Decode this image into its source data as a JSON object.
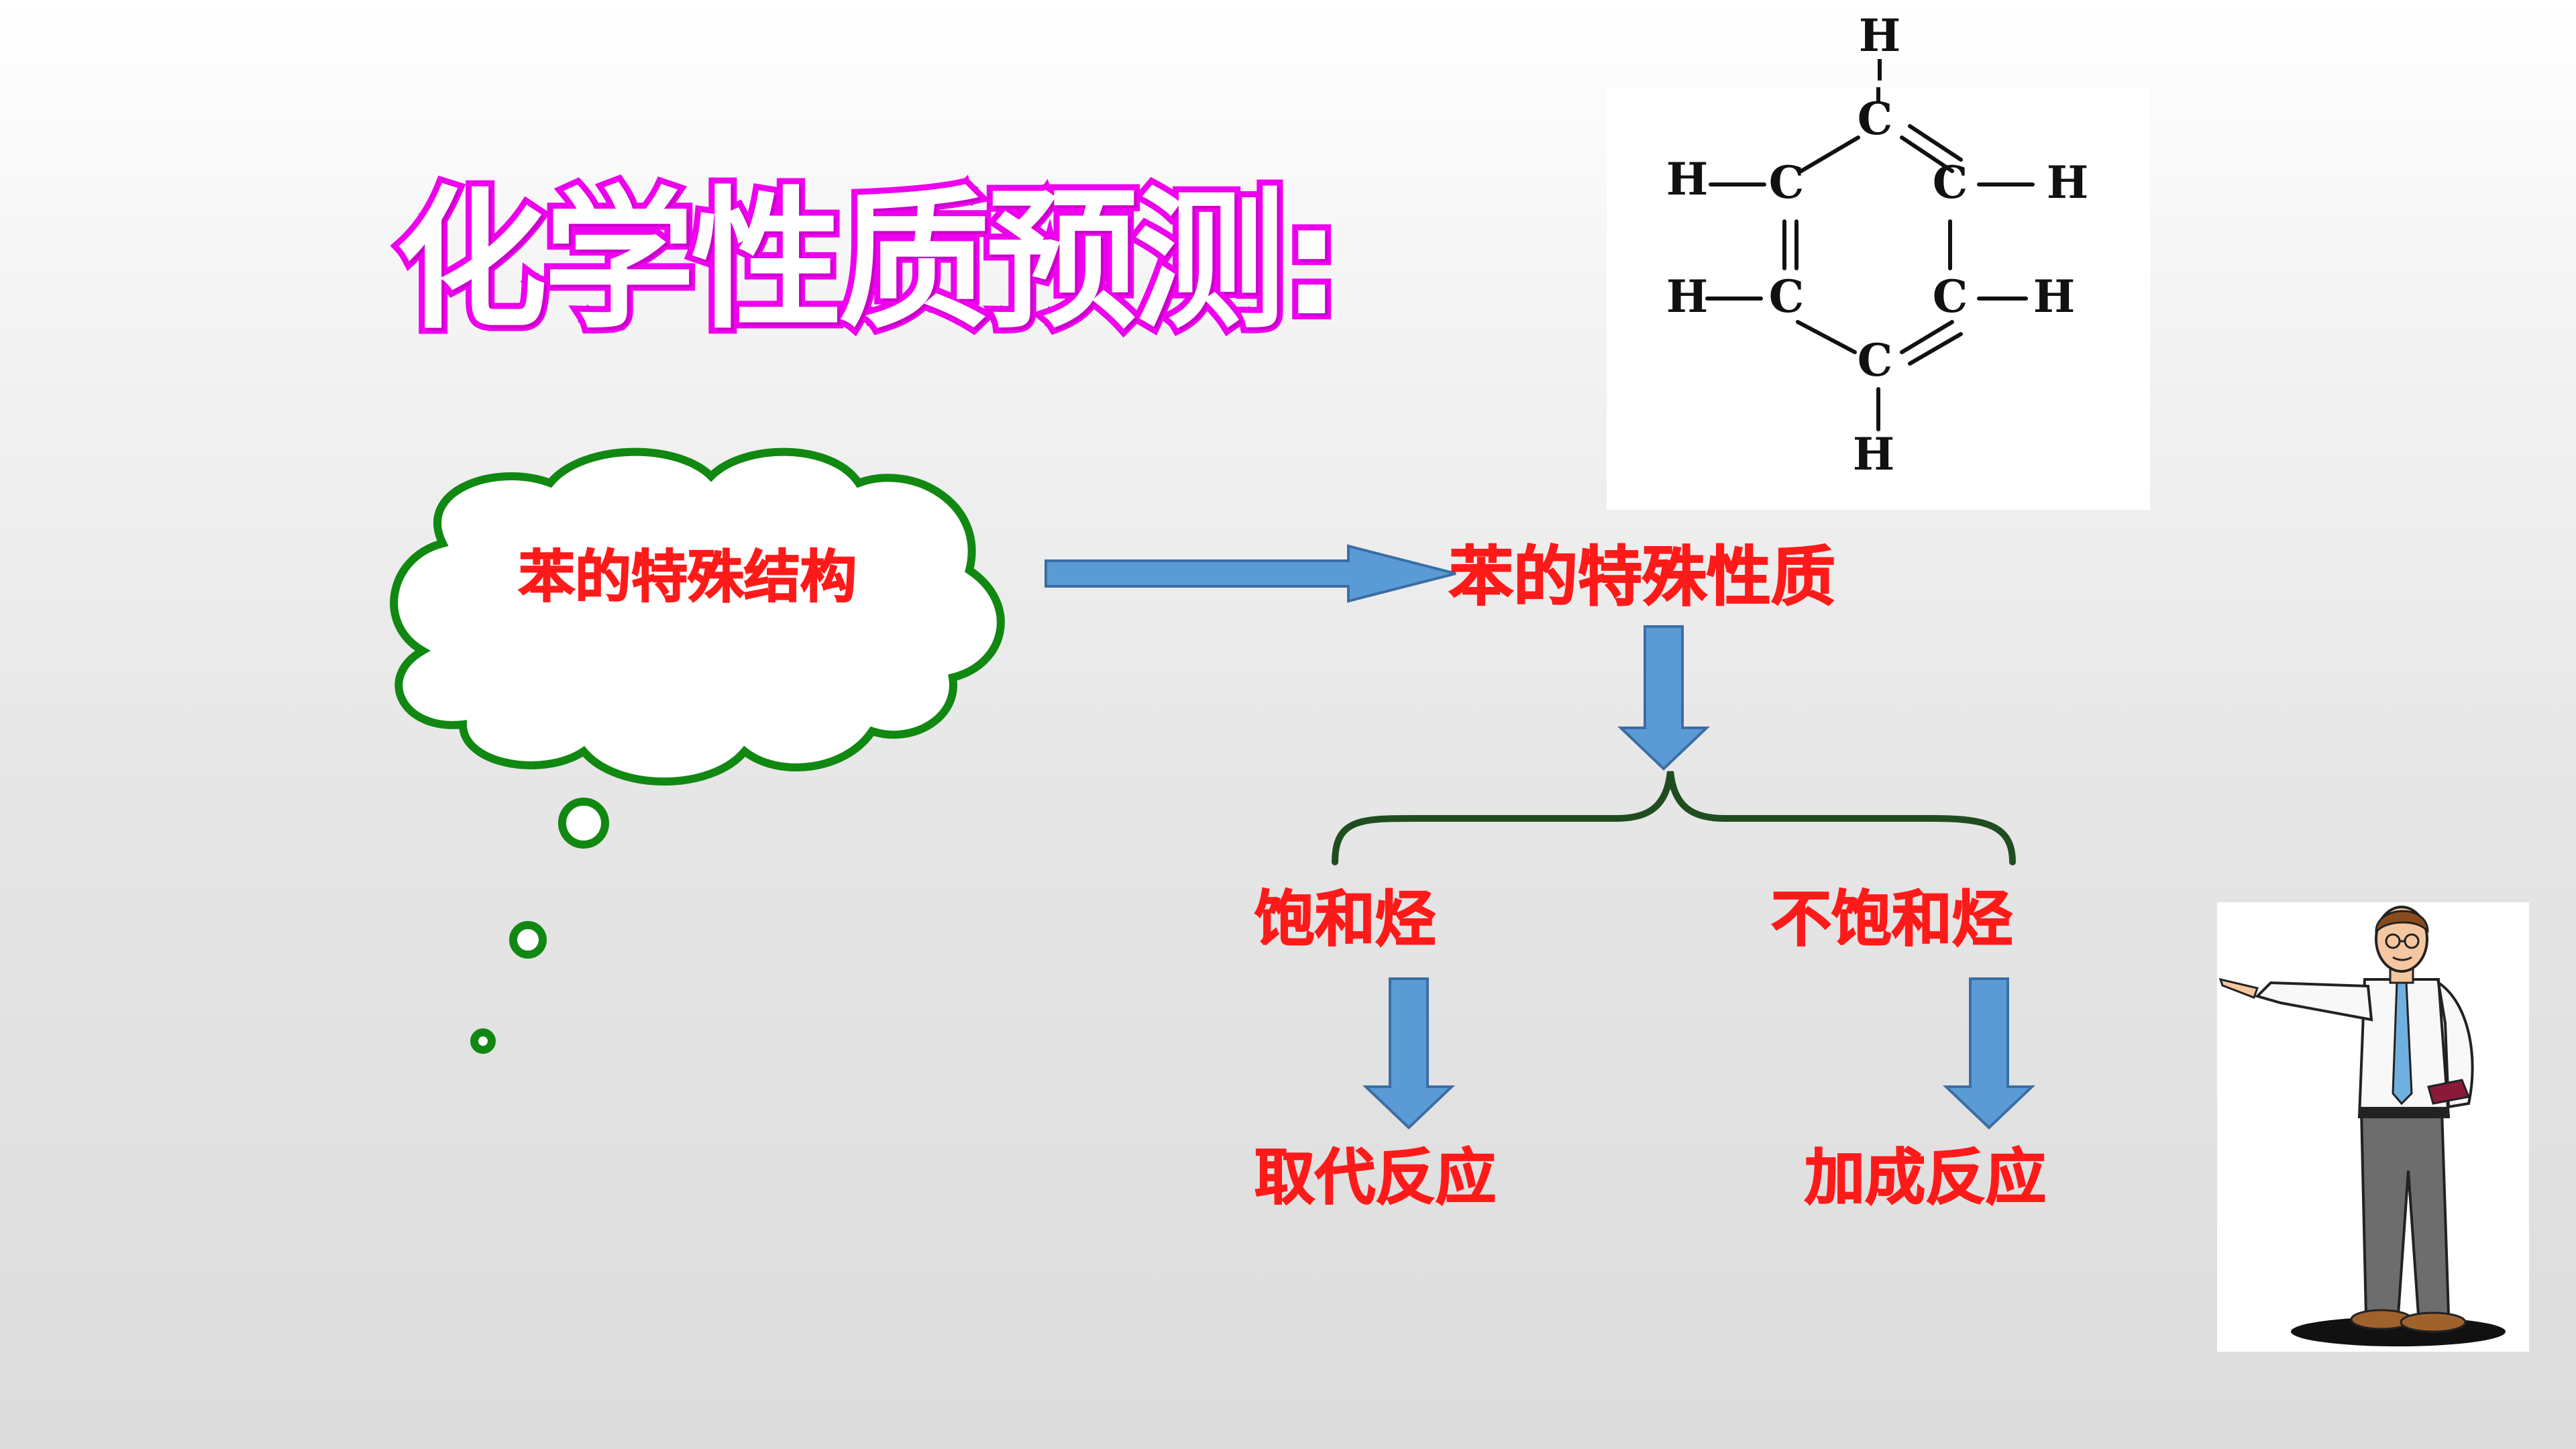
{
  "title": "化学性质预测:",
  "cloud_label": "苯的特殊结构",
  "property_label": "苯的特殊性质",
  "branches": {
    "saturated": {
      "label": "饱和烃",
      "reaction": "取代反应"
    },
    "unsaturated": {
      "label": "不饱和烃",
      "reaction": "加成反应"
    }
  },
  "structure": {
    "carbon": "C",
    "hydrogen": "H"
  },
  "colors": {
    "title_fill": "#ffffff",
    "title_outline": "#ee00ee",
    "label_red": "#ff1a1a",
    "cloud_green": "#118811",
    "arrow_blue": "#5b9bd5",
    "brace_green": "#1f4d1f"
  },
  "icons": [
    "thought-cloud-icon",
    "teacher-figure-icon",
    "benzene-structure-icon"
  ]
}
